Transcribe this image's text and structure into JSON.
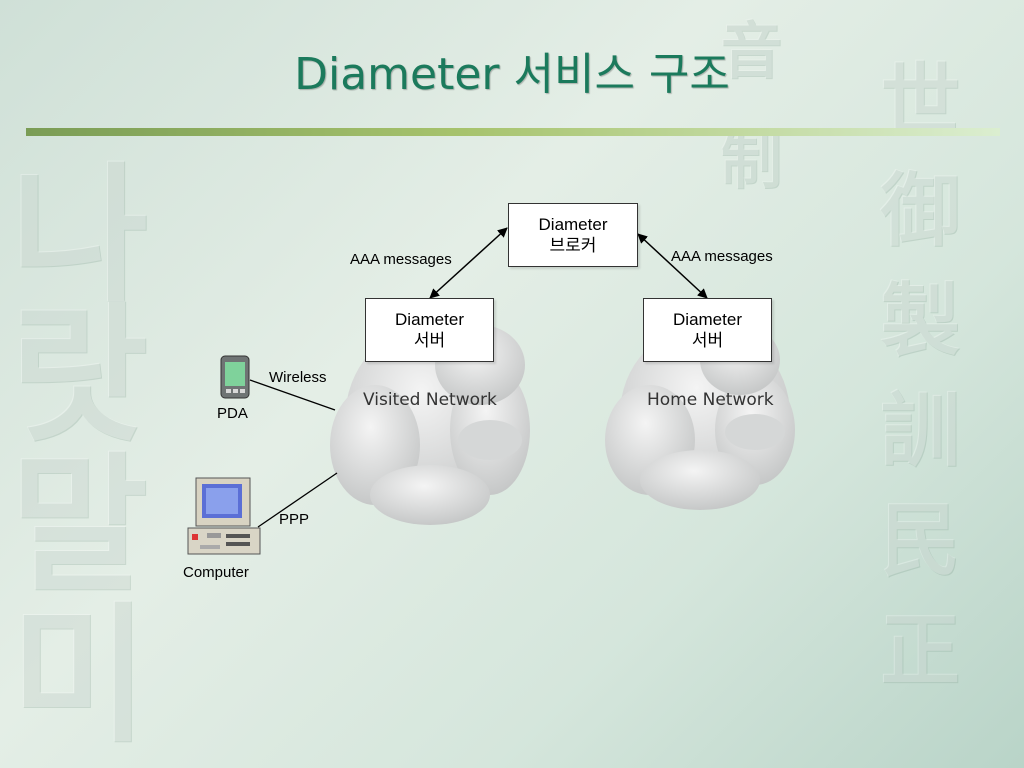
{
  "title": "Diameter 서비스 구조",
  "nodes": {
    "broker": {
      "line1": "Diameter",
      "line2": "브로커"
    },
    "visited_server": {
      "line1": "Diameter",
      "line2": "서버"
    },
    "home_server": {
      "line1": "Diameter",
      "line2": "서버"
    }
  },
  "networks": {
    "visited": "Visited Network",
    "home": "Home Network"
  },
  "edges": {
    "left_aaa": "AAA messages",
    "right_aaa": "AAA messages",
    "wireless": "Wireless",
    "ppp": "PPP"
  },
  "devices": {
    "pda": "PDA",
    "computer": "Computer"
  },
  "colors": {
    "title": "#1b7a5c",
    "rule": "#7a9c55",
    "cloud": "#c9cbcb"
  }
}
